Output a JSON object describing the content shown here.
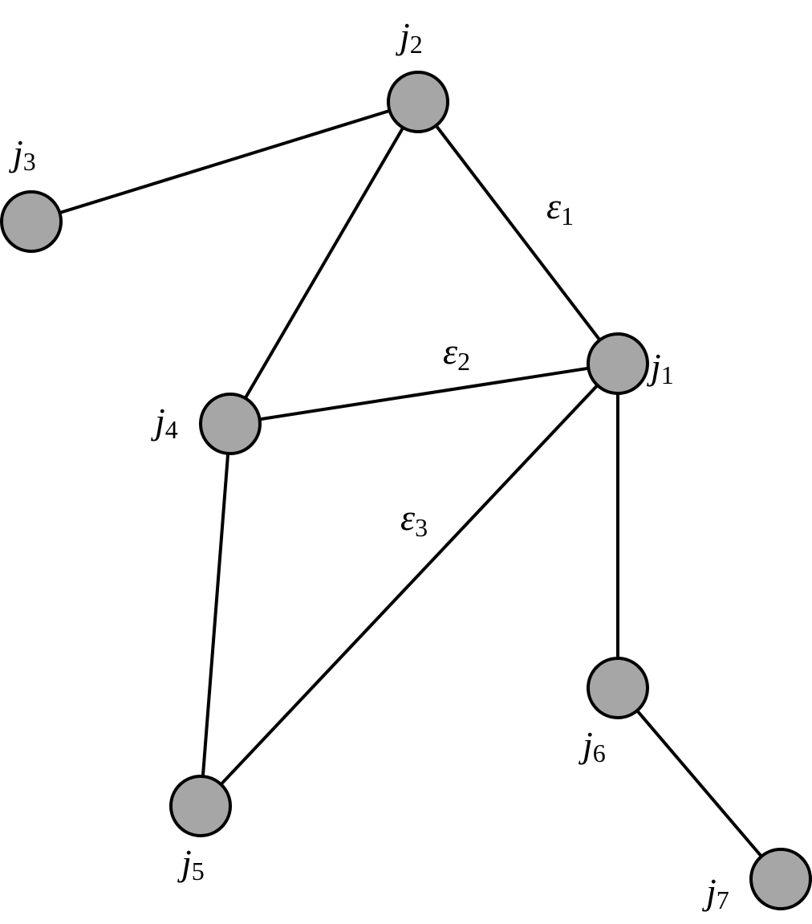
{
  "colors": {
    "node_fill": "#a6a6a6",
    "stroke": "#000000",
    "background": "#ffffff"
  },
  "nodes": [
    {
      "id": "j1",
      "label": "j",
      "sub": "1"
    },
    {
      "id": "j2",
      "label": "j",
      "sub": "2"
    },
    {
      "id": "j3",
      "label": "j",
      "sub": "3"
    },
    {
      "id": "j4",
      "label": "j",
      "sub": "4"
    },
    {
      "id": "j5",
      "label": "j",
      "sub": "5"
    },
    {
      "id": "j6",
      "label": "j",
      "sub": "6"
    },
    {
      "id": "j7",
      "label": "j",
      "sub": "7"
    }
  ],
  "edges": [
    {
      "from": "j2",
      "to": "j3"
    },
    {
      "from": "j2",
      "to": "j4"
    },
    {
      "from": "j2",
      "to": "j1",
      "label": "ε",
      "sub": "1"
    },
    {
      "from": "j4",
      "to": "j1",
      "label": "ε",
      "sub": "2"
    },
    {
      "from": "j5",
      "to": "j1",
      "label": "ε",
      "sub": "3"
    },
    {
      "from": "j4",
      "to": "j5"
    },
    {
      "from": "j1",
      "to": "j6"
    },
    {
      "from": "j6",
      "to": "j7"
    }
  ]
}
